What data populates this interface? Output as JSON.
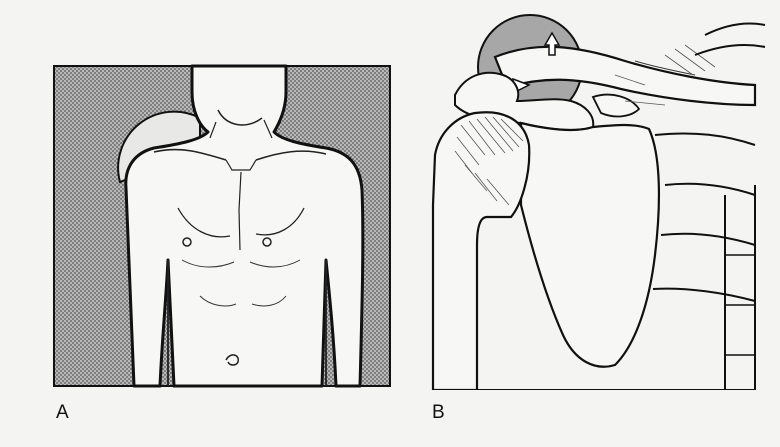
{
  "figure": {
    "panels": [
      {
        "label": "A",
        "description_icon": "shoulder-figure-front-view"
      },
      {
        "label": "B",
        "description_icon": "shoulder-skeleton-front-view"
      }
    ],
    "colors": {
      "background": "#f4f4f2",
      "stipple": "#9c9c9c",
      "highlight": "#a7a7a7",
      "ink": "#111111"
    }
  }
}
